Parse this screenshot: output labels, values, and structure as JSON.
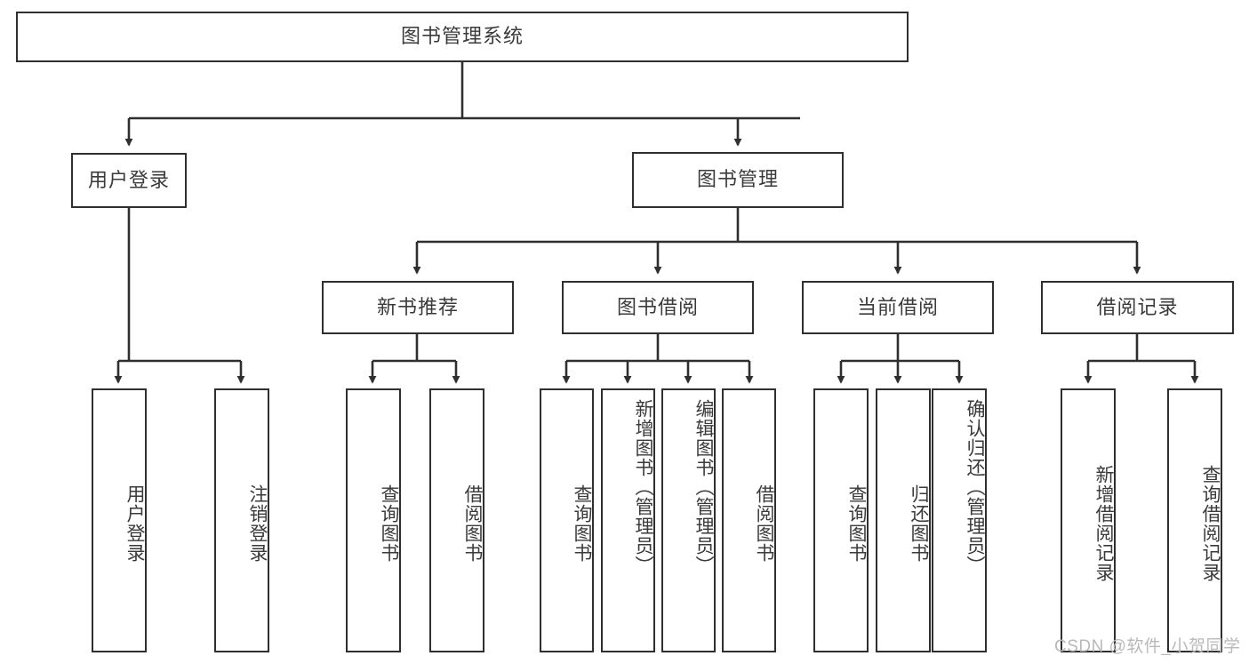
{
  "diagram": {
    "title": "图书管理系统",
    "type": "tree-hierarchy-diagram",
    "colors": {
      "box_border": "#2f2f2f",
      "box_fill": "#ffffff",
      "text": "#3a3a3a",
      "edge": "#2f2f2f",
      "watermark": "#b9b9b9",
      "background": "#ffffff"
    },
    "root": {
      "label": "图书管理系统"
    },
    "level2": [
      {
        "label": "用户登录"
      },
      {
        "label": "图书管理"
      }
    ],
    "level3": [
      {
        "label": "新书推荐"
      },
      {
        "label": "图书借阅"
      },
      {
        "label": "当前借阅"
      },
      {
        "label": "借阅记录"
      }
    ],
    "leaves": {
      "user_login": [
        {
          "label": "用户登录"
        },
        {
          "label": "注销登录"
        }
      ],
      "new_book_recommend": [
        {
          "label": "查询图书"
        },
        {
          "label": "借阅图书"
        }
      ],
      "book_borrow": [
        {
          "label": "查询图书"
        },
        {
          "label": "新增图书（管理员）"
        },
        {
          "label": "编辑图书（管理员）"
        },
        {
          "label": "借阅图书"
        }
      ],
      "current_borrow": [
        {
          "label": "查询图书"
        },
        {
          "label": "归还图书"
        },
        {
          "label": "确认归还（管理员）"
        }
      ],
      "borrow_record": [
        {
          "label": "新增借阅记录"
        },
        {
          "label": "查询借阅记录"
        }
      ]
    },
    "watermark": "CSDN @软件_小贺同学"
  }
}
